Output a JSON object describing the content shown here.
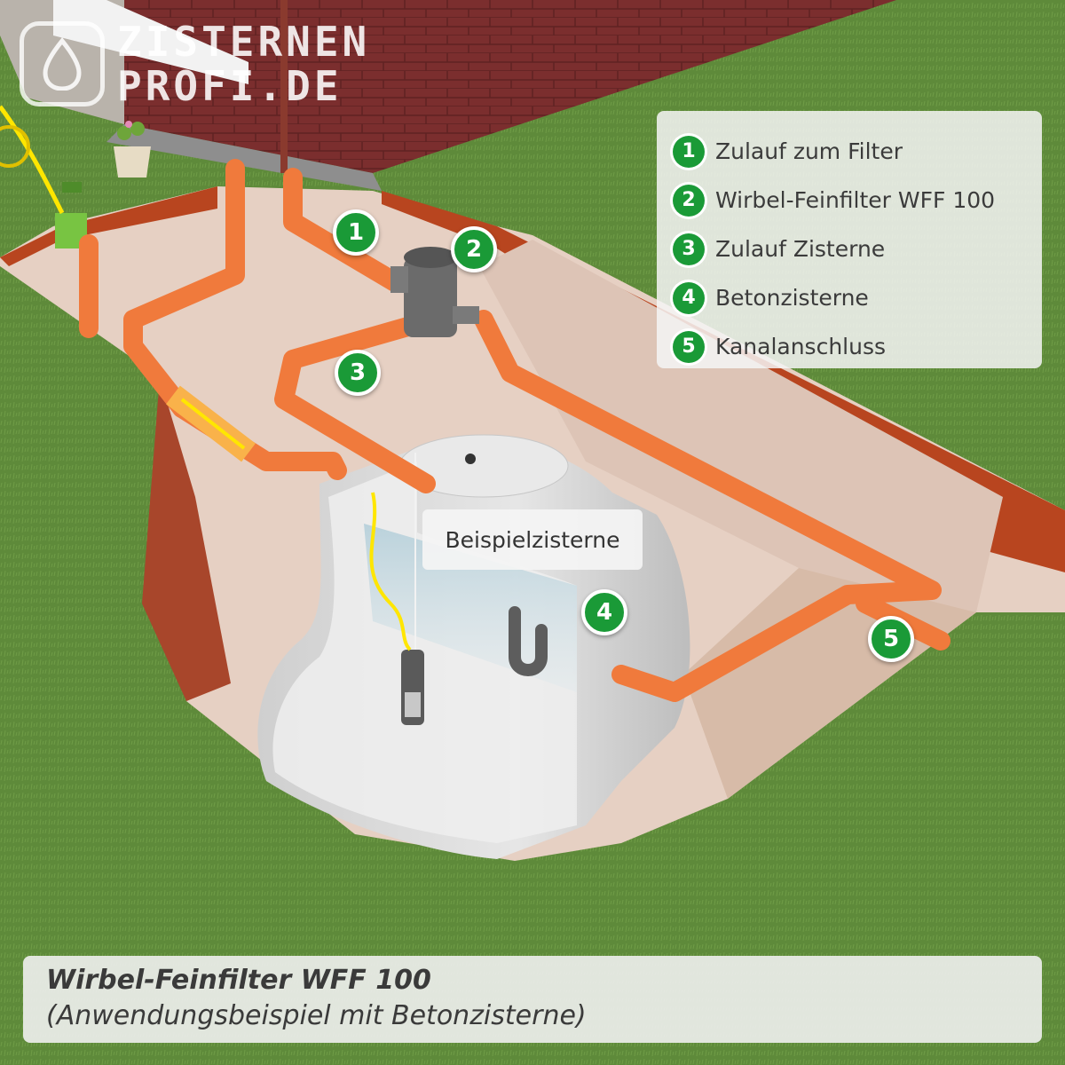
{
  "brand": {
    "line1": "ZISTERNEN",
    "line2": "PROFI.DE"
  },
  "legend": [
    {
      "num": "1",
      "label": "Zulauf zum Filter"
    },
    {
      "num": "2",
      "label": "Wirbel-Feinfilter WFF 100"
    },
    {
      "num": "3",
      "label": "Zulauf Zisterne"
    },
    {
      "num": "4",
      "label": "Betonzisterne"
    },
    {
      "num": "5",
      "label": "Kanalanschluss"
    }
  ],
  "markers": [
    "1",
    "2",
    "3",
    "4",
    "5"
  ],
  "tank_label": "Beispielzisterne",
  "caption": {
    "title": "Wirbel-Feinfilter WFF 100",
    "subtitle": "(Anwendungsbeispiel mit Betonzisterne)"
  },
  "colors": {
    "grass": "#5e8a3a",
    "pipe": "#f07a3c",
    "marker": "#1a9a37",
    "brick": "#7b2e2e",
    "soil_edge": "#b8451f",
    "gravel": "#e6d0c3",
    "concrete": "#dddddd",
    "filter": "#6b6b6b"
  }
}
